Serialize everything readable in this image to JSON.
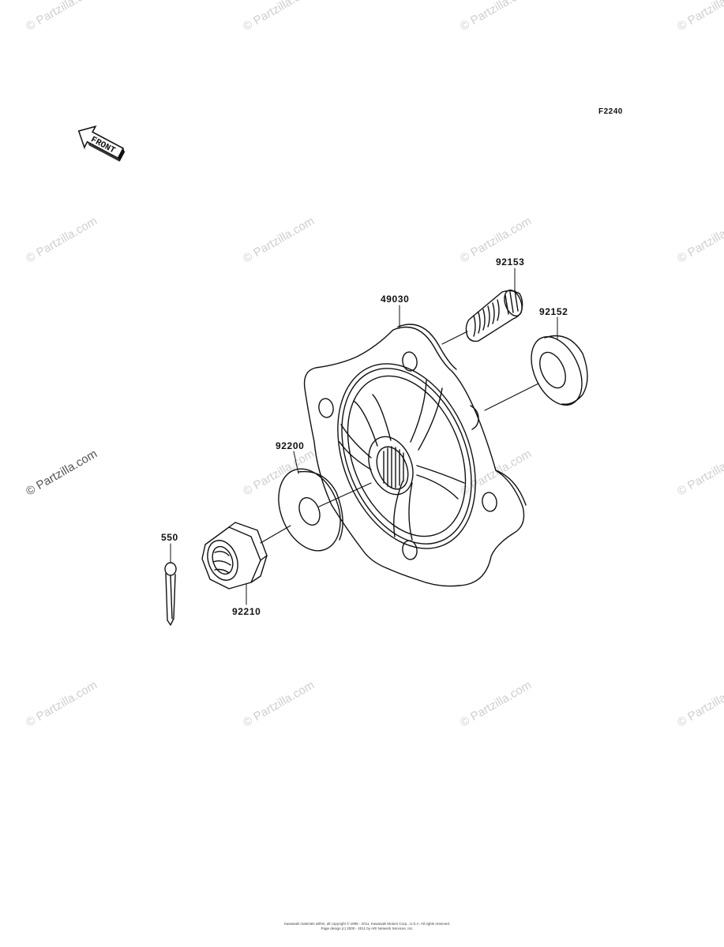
{
  "watermark": {
    "text": "© Partzilla.com",
    "color": "#cfcfcf"
  },
  "figure_code": "F2240",
  "front_arrow_label": "FRONT",
  "parts": [
    {
      "id": "part-92153",
      "number": "92153",
      "name": "wheel stud bolt"
    },
    {
      "id": "part-49030",
      "number": "49030",
      "name": "hub"
    },
    {
      "id": "part-92152",
      "number": "92152",
      "name": "oil seal"
    },
    {
      "id": "part-92200",
      "number": "92200",
      "name": "washer"
    },
    {
      "id": "part-550",
      "number": "550",
      "name": "cotter pin"
    },
    {
      "id": "part-92210",
      "number": "92210",
      "name": "castle nut"
    }
  ],
  "copyright": {
    "line1": "Kawasaki materials within, all copyright © 1995 - 2011, Kawasaki Motors Corp., U.S.A. All rights reserved.",
    "line2": "Page design (c) 2000 - 2011 by ARI Network Services, Inc."
  },
  "colors": {
    "ink": "#111111",
    "background": "#ffffff",
    "watermark": "#cfcfcf"
  }
}
